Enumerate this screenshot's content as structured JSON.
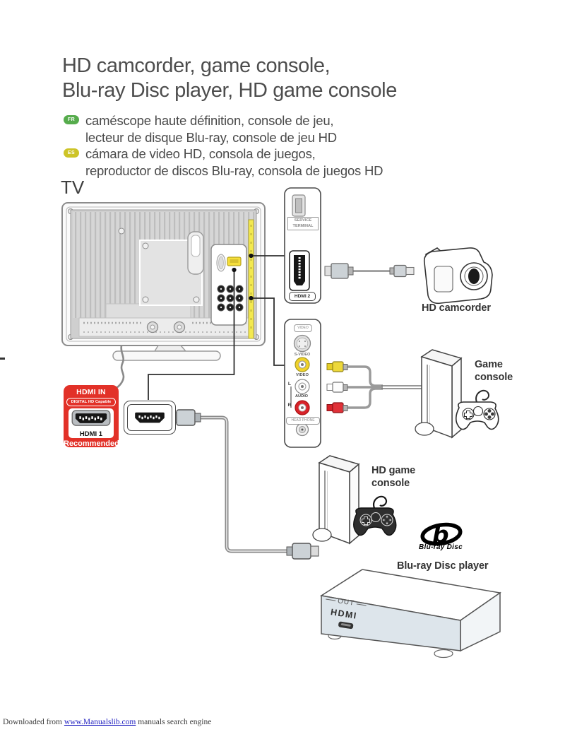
{
  "header": {
    "title_line1": "HD camcorder, game console,",
    "title_line2": "Blu-ray Disc player, HD game console"
  },
  "intro": {
    "fr": {
      "badge": "FR",
      "line1": "caméscope haute définition, console de jeu,",
      "line2": "lecteur de disque Blu-ray, console de jeu HD"
    },
    "es": {
      "badge": "ES",
      "line1": "cámara de video HD, consola de juegos,",
      "line2": "reproductor de discos Blu-ray, consola de juegos HD"
    }
  },
  "diagram": {
    "tv_label": "TV",
    "hdmi_in_callout": {
      "title": "HDMI IN",
      "capability": "DIGITAL HD Capable",
      "port": "HDMI 1",
      "recommendation": "Recommended"
    },
    "side_panel_top": {
      "service_line1": "SERVICE",
      "service_line2": "TERMINAL",
      "port": "HDMI 2"
    },
    "side_panel_av": {
      "group": "VIDEO",
      "svideo": "S-VIDEO",
      "video": "VIDEO",
      "audio_left": "L",
      "audio": "AUDIO",
      "audio_right": "R",
      "headphone": "HEAD PHONE"
    },
    "labels": {
      "camcorder": "HD camcorder",
      "game_console_l1": "Game",
      "game_console_l2": "console",
      "hd_game_console_l1": "HD game",
      "hd_game_console_l2": "console",
      "bluray_logo": "Blu-ray Disc",
      "bluray_player": "Blu-ray Disc player",
      "player_out": "OUT",
      "player_hdmi": "HDMI"
    }
  },
  "footer": {
    "prefix": "Downloaded from ",
    "link": "www.Manualslib.com",
    "suffix": " manuals search engine"
  },
  "colors": {
    "accent_red": "#e23128",
    "connector_yellow": "#f3e94f",
    "fr_badge_green": "#56ac4c",
    "es_badge_yellow": "#cdc428",
    "link_blue": "#1f1fc0",
    "player_front": "#dde5eb"
  }
}
